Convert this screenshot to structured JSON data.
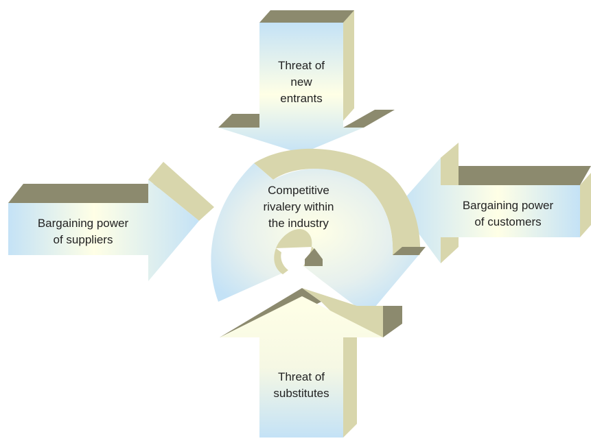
{
  "forces": {
    "top": {
      "lines": [
        "Threat of",
        "new",
        "entrants"
      ]
    },
    "left": {
      "lines": [
        "Bargaining power",
        "of suppliers"
      ]
    },
    "right": {
      "lines": [
        "Bargaining power",
        "of customers"
      ]
    },
    "bottom": {
      "lines": [
        "Threat of",
        "substitutes"
      ]
    },
    "center": {
      "lines": [
        "Competitive",
        "rivalery within",
        "the industry"
      ]
    }
  },
  "colors": {
    "face_light": "#ffffe6",
    "face_blue": "#c4e2f6",
    "side": "#d8d6ac",
    "top_dark": "#8c8a6e",
    "edge": "#a9a783",
    "text": "#222222"
  }
}
